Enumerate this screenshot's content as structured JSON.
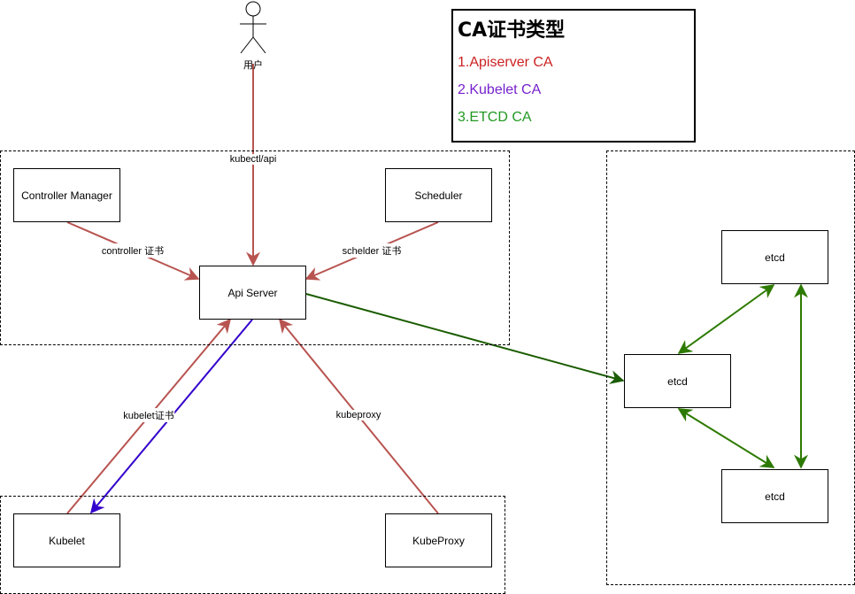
{
  "legend": {
    "title": "CA证书类型",
    "items": [
      {
        "label": "1.Apiserver CA",
        "color": "#cc2222"
      },
      {
        "label": "2.Kubelet CA",
        "color": "#7722cc"
      },
      {
        "label": "3.ETCD CA",
        "color": "#229922"
      }
    ]
  },
  "actor": {
    "label": "用户"
  },
  "nodes": {
    "controller_manager": "Controller Manager",
    "scheduler": "Scheduler",
    "api_server": "Api Server",
    "kubelet": "Kubelet",
    "kubeproxy": "KubeProxy",
    "etcd_top": "etcd",
    "etcd_mid": "etcd",
    "etcd_bottom": "etcd"
  },
  "edge_labels": {
    "kubectl": "kubectl/api",
    "controller_cert": "controller 证书",
    "scheduler_cert": "schelder 证书",
    "kubelet_cert": "kubelet证书",
    "kubeproxy": "kubeproxy"
  },
  "colors": {
    "apiserver_edge": "#b85450",
    "kubelet_edge": "#3300cc",
    "etcd_edge": "#336600",
    "etcd_peer_edge": "#2d7a00"
  }
}
